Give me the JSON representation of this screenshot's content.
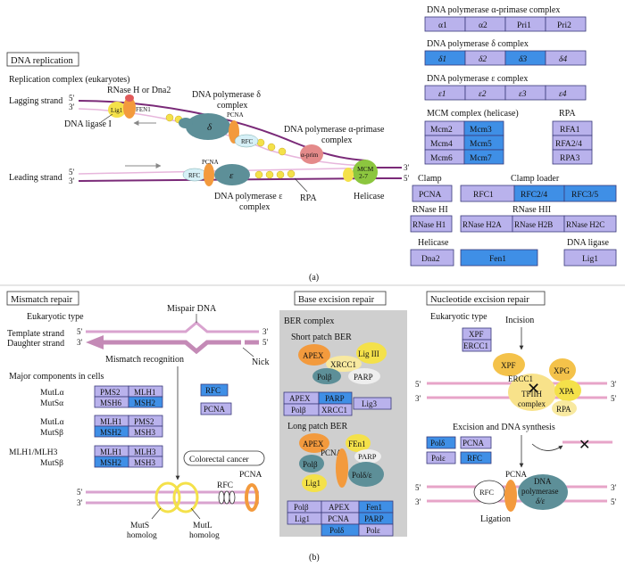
{
  "colors": {
    "lavender": "#b9b2ec",
    "blue": "#3f8fe6",
    "strand": "#7a2a78",
    "strand_light": "#e7b6dc",
    "grey_panel": "#cfcfcf",
    "orange": "#f39a3d",
    "yellow": "#f4e14a",
    "teal": "#5d8f98",
    "green": "#8cc63f",
    "red": "#e15a5a",
    "cross": "#e24b4b"
  },
  "panel_a": {
    "title": "DNA replication",
    "caption": "(a)",
    "diagram": {
      "complex_label": "Replication complex (eukaryotes)",
      "lagging": "Lagging strand",
      "leading": "Leading strand",
      "p5": "5′",
      "p3": "3′",
      "rnase_label": "RNase H or Dna2",
      "ligase_label": "DNA ligase I",
      "lig1": "Lig1",
      "fen1": "FEN1",
      "pol_delta_label_1": "DNA polymerase δ",
      "pol_delta_label_2": "complex",
      "delta": "δ",
      "pcna": "PCNA",
      "rfc": "RFC",
      "primase_label_1": "DNA polymerase α-primase",
      "primase_label_2": "complex",
      "alpha_prim": "α-prim",
      "mcm_1": "MCM",
      "mcm_2": "2-7",
      "epsilon": "ε",
      "pol_eps_label_1": "DNA polymerase ε",
      "pol_eps_label_2": "complex",
      "rpa": "RPA",
      "helicase": "Helicase"
    },
    "table": {
      "alpha_title": "DNA polymerase α-primase complex",
      "alpha": [
        "α1",
        "α2",
        "Pri1",
        "Pri2"
      ],
      "delta_title": "DNA polymerase δ complex",
      "delta": [
        "δ1",
        "δ2",
        "δ3",
        "δ4"
      ],
      "eps_title": "DNA polymerase ε complex",
      "eps": [
        "ε1",
        "ε2",
        "ε3",
        "ε4"
      ],
      "mcm_title": "MCM complex (helicase)",
      "mcm": [
        "Mcm2",
        "Mcm3",
        "Mcm4",
        "Mcm5",
        "Mcm6",
        "Mcm7"
      ],
      "rpa_title": "RPA",
      "rpa": [
        "RFA1",
        "RFA2/4",
        "RPA3"
      ],
      "clamp_title": "Clamp",
      "clamp": "PCNA",
      "loader_title": "Clamp loader",
      "loader": [
        "RFC1",
        "RFC2/4",
        "RFC3/5"
      ],
      "rh1_title": "RNase HI",
      "rh1": "RNase H1",
      "rh2_title": "RNase HII",
      "rh2": [
        "RNase H2A",
        "RNase H2B",
        "RNase H2C"
      ],
      "helicase_title": "Helicase",
      "helicase": "Dna2",
      "fen1": "Fen1",
      "ligase_title": "DNA ligase",
      "ligase": "Lig1"
    }
  },
  "panel_b": {
    "caption": "(b)",
    "mismatch": {
      "title": "Mismatch repair",
      "type": "Eukaryotic type",
      "mispair": "Mispair DNA",
      "template": "Template strand",
      "daughter": "Daughter strand",
      "nick": "Nick",
      "p5": "5′",
      "p3": "3′",
      "recognition": "Mismatch recognition",
      "major": "Major components in cells",
      "mutla": "MutLα",
      "mutsa": "MutSα",
      "mutsb": "MutSβ",
      "mlh_muts": "MLH1/MLH3",
      "pms2": "PMS2",
      "mlh1": "MLH1",
      "msh6": "MSH6",
      "msh2": "MSH2",
      "msh3": "MSH3",
      "mlh3": "MLH3",
      "rfc": "RFC",
      "pcna": "PCNA",
      "colorectal": "Colorectal cancer",
      "muts_hom_1": "MutS",
      "muts_hom_2": "homolog",
      "mutl_hom_1": "MutL",
      "mutl_hom_2": "homolog"
    },
    "ber": {
      "title": "Base excision repair",
      "complex": "BER complex",
      "short": "Short patch BER",
      "long": "Long patch BER",
      "apex": "APEX",
      "lig3": "Lig III",
      "xrcc1": "XRCC1",
      "polb": "Polβ",
      "parp": "PARP",
      "pcna": "PCNA",
      "fen1": "FEn1",
      "lig1": "Lig1",
      "pold_e": "Polδ/ε",
      "t1": [
        "APEX",
        "PARP",
        "Polβ",
        "XRCC1",
        "Lig3"
      ],
      "t2": [
        "Polβ",
        "APEX",
        "Fen1",
        "Lig1",
        "PCNA",
        "PARP",
        "Polδ",
        "Polε"
      ]
    },
    "ner": {
      "title": "Nucleotide excision repair",
      "type": "Eukaryotic type",
      "incision": "Incision",
      "xpf_box": "XPF",
      "ercc1_box": "ERCC1",
      "xpf": "XPF",
      "ercc1": "ERCC1",
      "tfiih_1": "TFIIH",
      "tfiih_2": "complex",
      "xpg": "XPG",
      "xpa": "XPA",
      "rpa": "RPA",
      "excision": "Excision and DNA synthesis",
      "pold": "Polδ",
      "pcna": "PCNA",
      "pole": "Polε",
      "rfc": "RFC",
      "pcna2": "PCNA",
      "rfc2": "RFC",
      "dnapol_1": "DNA",
      "dnapol_2": "polymerase",
      "dnapol_3": "δ/ε",
      "ligation": "Ligation",
      "p5": "5′",
      "p3": "3′"
    }
  }
}
